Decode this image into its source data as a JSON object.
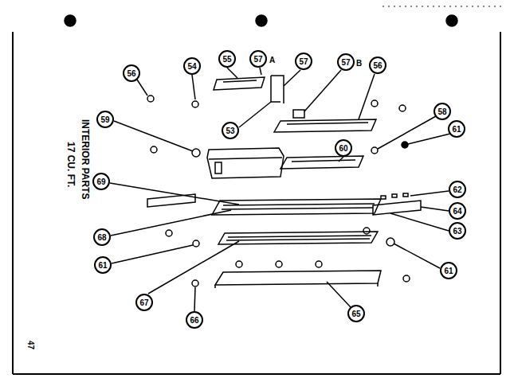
{
  "diagram": {
    "nodes": [
      {
        "text": [
          "55"
        ]
      },
      {
        "text": [
          "57"
        ]
      },
      {
        "text": [
          "57"
        ]
      },
      {
        "text": [
          "57"
        ]
      },
      {
        "text": [
          "54"
        ]
      },
      {
        "text": [
          "56"
        ]
      },
      {
        "text": [
          "56"
        ]
      },
      {
        "text": [
          "58"
        ]
      },
      {
        "text": [
          "59"
        ]
      },
      {
        "text": [
          "61"
        ]
      },
      {
        "text": [
          "53"
        ]
      },
      {
        "text": [
          "60"
        ]
      },
      {
        "text": [
          "69"
        ]
      },
      {
        "text": [
          "62"
        ]
      },
      {
        "text": [
          "64"
        ]
      },
      {
        "text": [
          "63"
        ]
      },
      {
        "text": [
          "68"
        ]
      },
      {
        "text": [
          "61"
        ]
      },
      {
        "text": [
          "61"
        ]
      },
      {
        "text": [
          "67"
        ]
      },
      {
        "text": [
          "65"
        ]
      },
      {
        "text": [
          "66"
        ]
      }
    ],
    "labels": [
      "INTERIOR PARTS",
      "17 CU. FT.",
      "A",
      "B",
      "47"
    ]
  }
}
